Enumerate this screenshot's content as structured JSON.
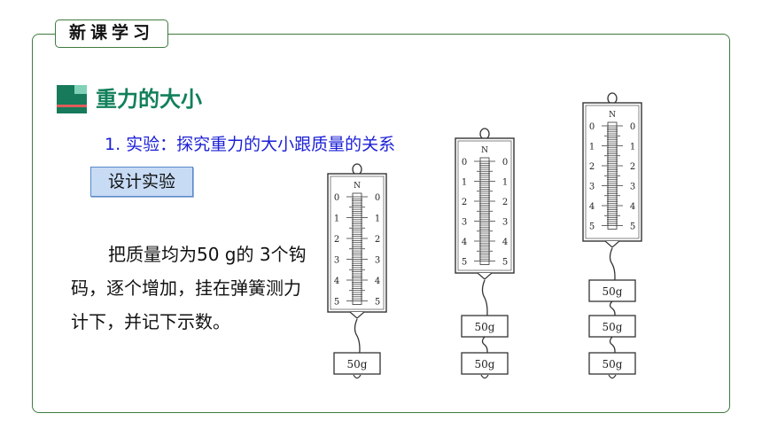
{
  "tab_title": "新课学习",
  "section": {
    "title": "重力的大小"
  },
  "subtitle": "1. 实验：探究重力的大小跟质量的关系",
  "design_button": "设计实验",
  "paragraph": "把质量均为50 g的 3个钩码，逐个增加，挂在弹簧测力计下，并记下示数。",
  "scale": {
    "unit": "N",
    "ticks": [
      "0",
      "1",
      "2",
      "3",
      "4",
      "5"
    ]
  },
  "weight_label": "50g",
  "colors": {
    "frame": "#3f7a3f",
    "title_green": "#12805a",
    "subtitle_blue": "#1b1fd6",
    "button_bg": "#c7dbf5"
  }
}
